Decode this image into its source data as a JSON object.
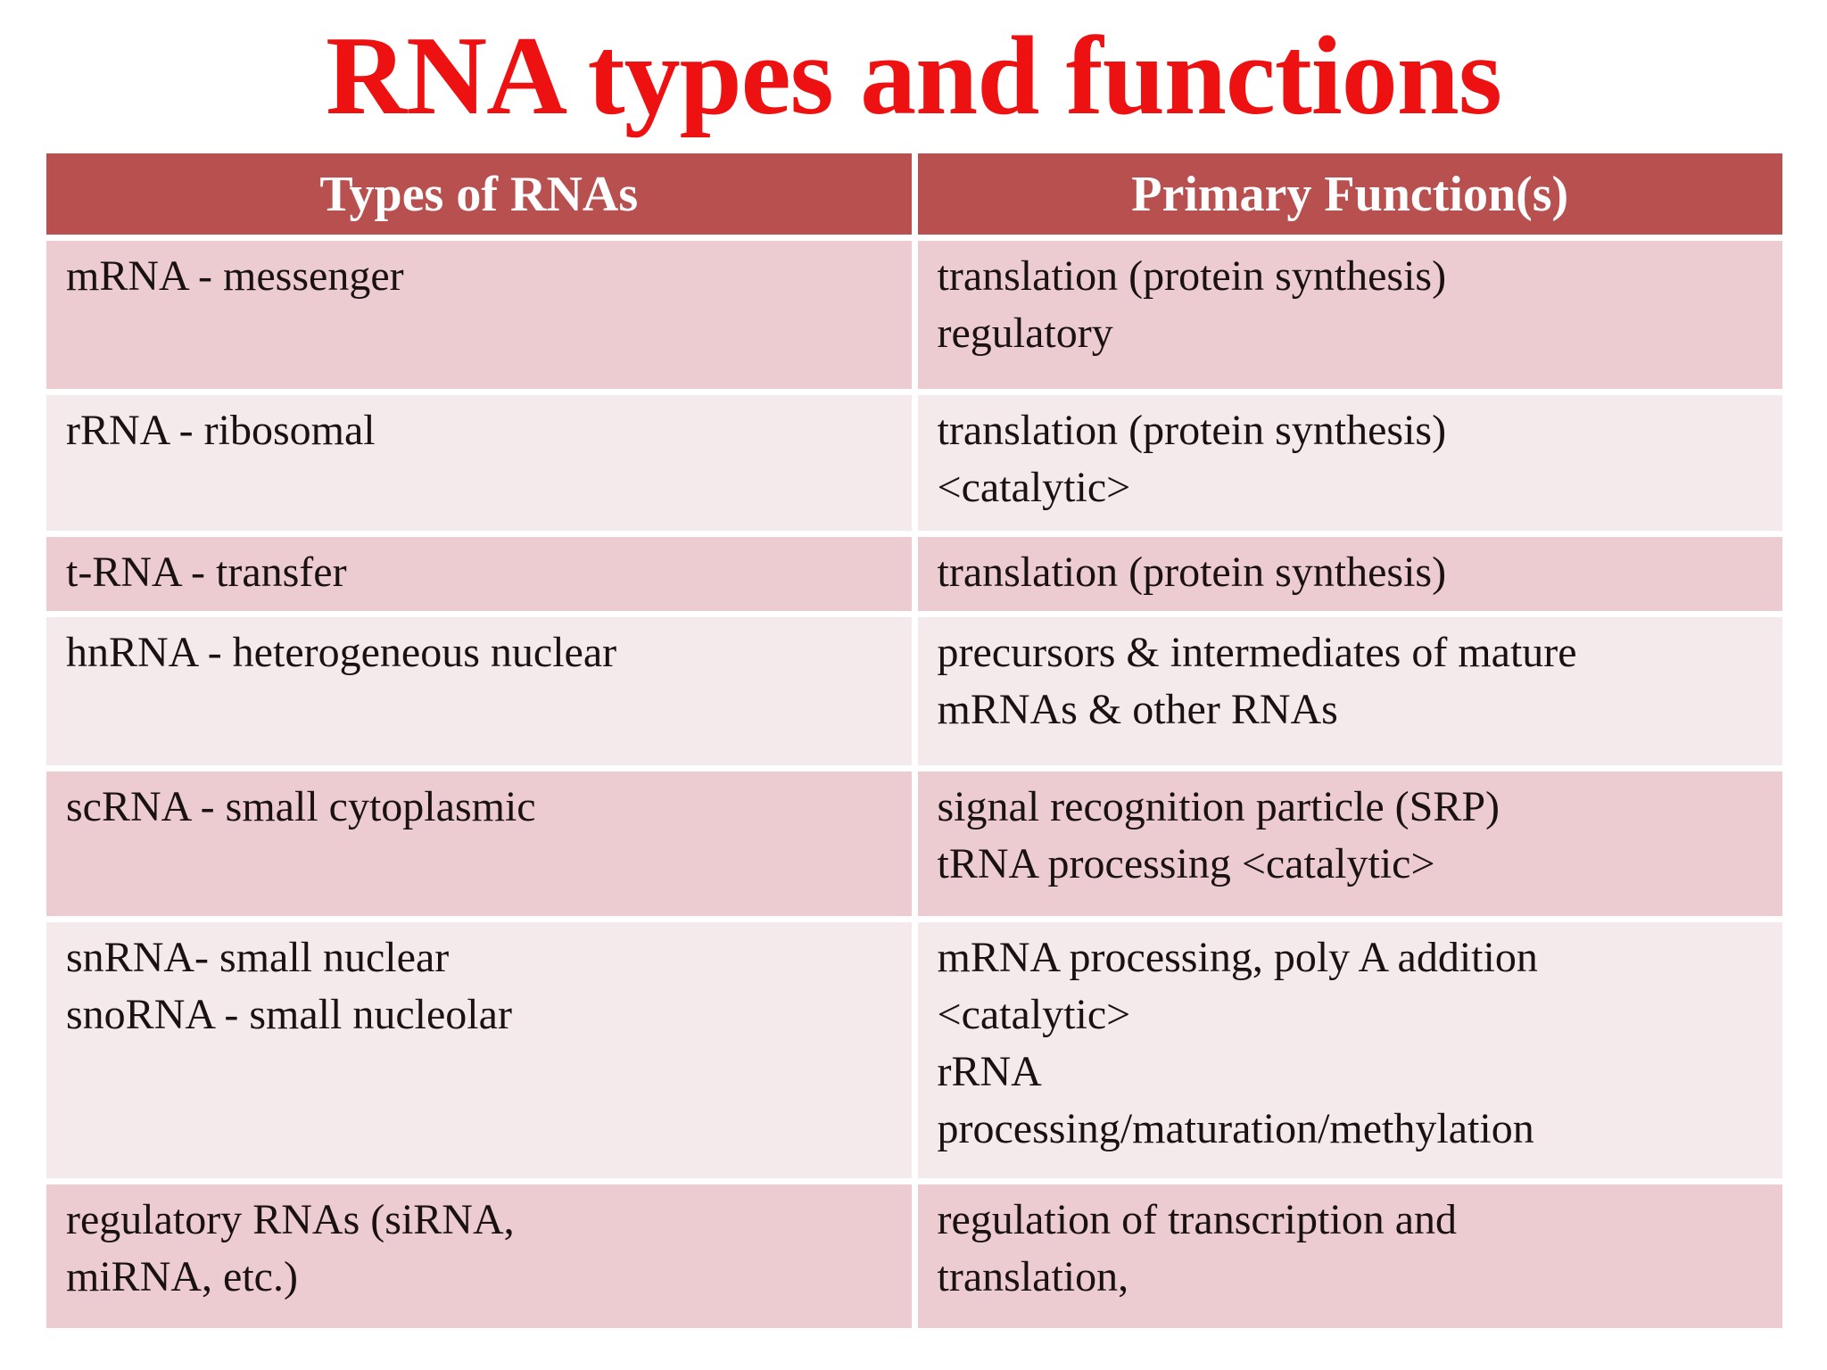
{
  "title": "RNA types and functions",
  "table": {
    "column_headers": [
      "Types of RNAs",
      "Primary Function(s)"
    ],
    "rows": [
      {
        "type": "mRNA - messenger",
        "functions": "translation (protein synthesis)\nregulatory"
      },
      {
        "type": "rRNA - ribosomal",
        "functions": "translation (protein synthesis)\n<catalytic>"
      },
      {
        "type": "t-RNA - transfer",
        "functions": "translation (protein synthesis)"
      },
      {
        "type": "hnRNA - heterogeneous nuclear",
        "functions": "precursors & intermediates of mature\nmRNAs & other RNAs"
      },
      {
        "type": "scRNA - small cytoplasmic",
        "functions": "signal recognition particle (SRP)\ntRNA processing <catalytic>"
      },
      {
        "type": "snRNA- small nuclear\nsnoRNA - small nucleolar",
        "functions": "mRNA processing, poly A addition\n<catalytic>\nrRNA\nprocessing/maturation/methylation"
      },
      {
        "type": "regulatory RNAs (siRNA,\nmiRNA, etc.)",
        "functions": "regulation of transcription and\ntranslation,"
      }
    ]
  },
  "colors": {
    "title_text": "#ee1111",
    "header_bg": "#b85050",
    "header_text": "#ffffff",
    "row_band_dark": "#ecccd0",
    "row_band_light": "#f4e9eb",
    "body_text": "#1a1212",
    "background": "#ffffff"
  }
}
